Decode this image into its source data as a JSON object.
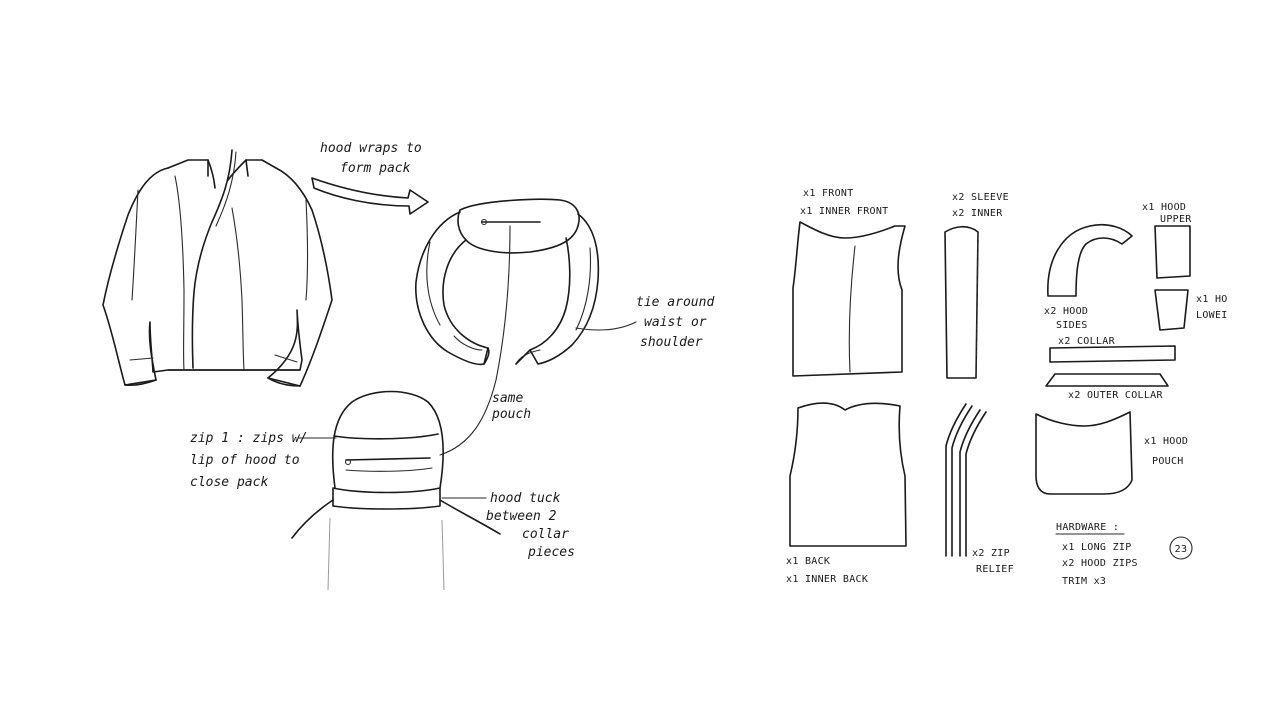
{
  "sketch_page": {
    "annotations": {
      "hood_wraps": [
        "hood wraps to",
        "form pack"
      ],
      "tie_around": [
        "tie around",
        "waist or",
        "shoulder"
      ],
      "same_pouch": [
        "same",
        "pouch"
      ],
      "zip_1": [
        "zip 1 : zips w/",
        "lip of hood to",
        "close pack"
      ],
      "hood_tuck": [
        "hood tuck",
        "between 2",
        "collar",
        "pieces"
      ]
    },
    "pattern_labels": {
      "front": [
        "x1 FRONT",
        "x1 INNER FRONT"
      ],
      "sleeve": [
        "x2 SLEEVE",
        "x2 INNER"
      ],
      "hood_upper": [
        "x1 HOOD",
        "UPPER"
      ],
      "hood_sides": [
        "x2 HOOD",
        "SIDES"
      ],
      "hood_lower": [
        "x1 HO",
        "LOWEI"
      ],
      "collar": "x2 COLLAR",
      "outer_collar": "x2 OUTER COLLAR",
      "back": [
        "x1 BACK",
        "x1 INNER BACK"
      ],
      "zip_relief": [
        "x2 ZIP",
        "RELIEF"
      ],
      "hood_pouch": [
        "x1 HOOD",
        "POUCH"
      ]
    },
    "hardware": {
      "title": "HARDWARE :",
      "items": [
        "x1 LONG ZIP",
        "x2 HOOD ZIPS",
        "TRIM x3"
      ]
    },
    "page_number": "23"
  }
}
